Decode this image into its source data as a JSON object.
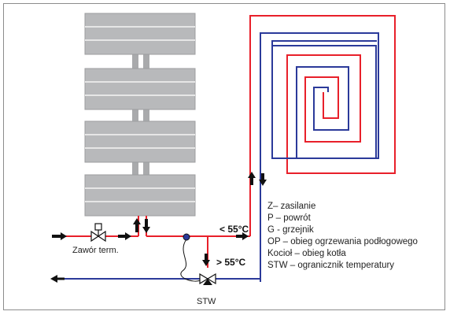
{
  "labels": {
    "valve": "Zawór term.",
    "stw": "STW",
    "temp_supply": "< 55°C",
    "temp_boiler": "> 55°C"
  },
  "legend": [
    "Z– zasilanie",
    "P – powrót",
    "G - grzejnik",
    "OP – obieg ogrzewania podłogowego",
    "Kocioł – obieg kotła",
    "STW – ogranicznik temperatury"
  ],
  "colors": {
    "supply": "#e8202a",
    "return": "#2b3a9a",
    "radiator": "#b8b9bb",
    "arrow": "#111111"
  }
}
